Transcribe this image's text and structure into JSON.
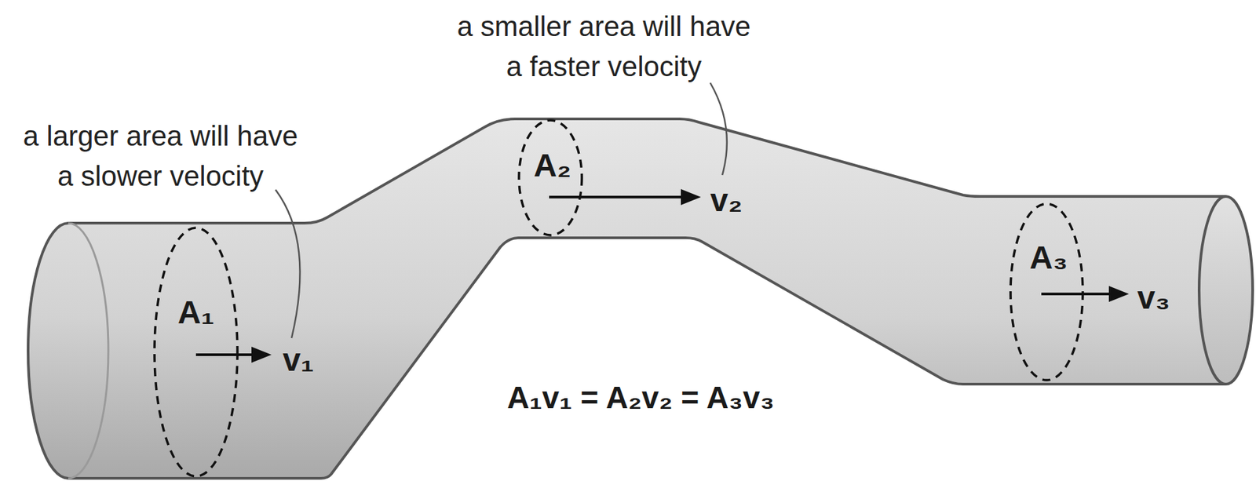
{
  "diagram": {
    "labels": [
      "a smaller area will have a faster velocity",
      "a larger area will have a slower velocity",
      "A₁",
      "v₁",
      "A₂",
      "v₂",
      "A₃",
      "v₃",
      "A₁v₁ = A₂v₂ = A₃v₃"
    ]
  }
}
